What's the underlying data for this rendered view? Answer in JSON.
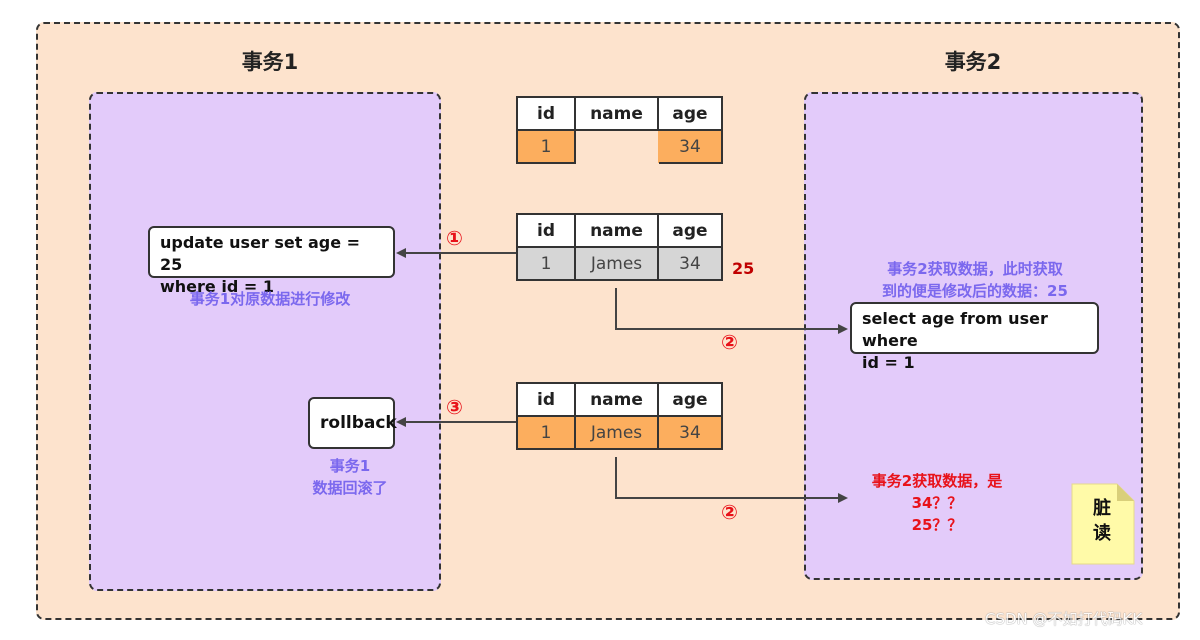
{
  "diagram": {
    "left_title": "事务1",
    "right_title": "事务2",
    "table_headers": [
      "id",
      "name",
      "age"
    ],
    "table_top": {
      "id": "1",
      "name": "",
      "age": "34"
    },
    "table_mid": {
      "id": "1",
      "name": "James",
      "age": "34"
    },
    "table_bottom": {
      "id": "1",
      "name": "James",
      "age": "34"
    },
    "mid_new_value": "25",
    "update_sql_line1": "update user set age = 25",
    "update_sql_line2": "where id = 1",
    "update_note": "事务1对原数据进行修改",
    "rollback_label": "rollback",
    "rollback_note_line1": "事务1",
    "rollback_note_line2": "数据回滚了",
    "select_note_line1": "事务2获取数据，此时获取",
    "select_note_line2": "到的便是修改后的数据：25",
    "select_sql_line1": "select age from user where",
    "select_sql_line2": "id = 1",
    "question_line1": "事务2获取数据，是",
    "question_line2": "34？？",
    "question_line3": "25？？",
    "step1": "①",
    "step2a": "②",
    "step3": "③",
    "step2b": "②",
    "dirty_read_line1": "脏",
    "dirty_read_line2": "读",
    "watermark": "CSDN @不如打代码KK"
  },
  "colors": {
    "outer_bg": "#fde3cd",
    "panel_bg": "#e3cbfa",
    "orange_cell": "#fcae5e",
    "gray_cell": "#d6d6d6",
    "note_purple": "#7b68ee",
    "step_red": "#e8121a",
    "sticky_note": "#fffaa8"
  }
}
